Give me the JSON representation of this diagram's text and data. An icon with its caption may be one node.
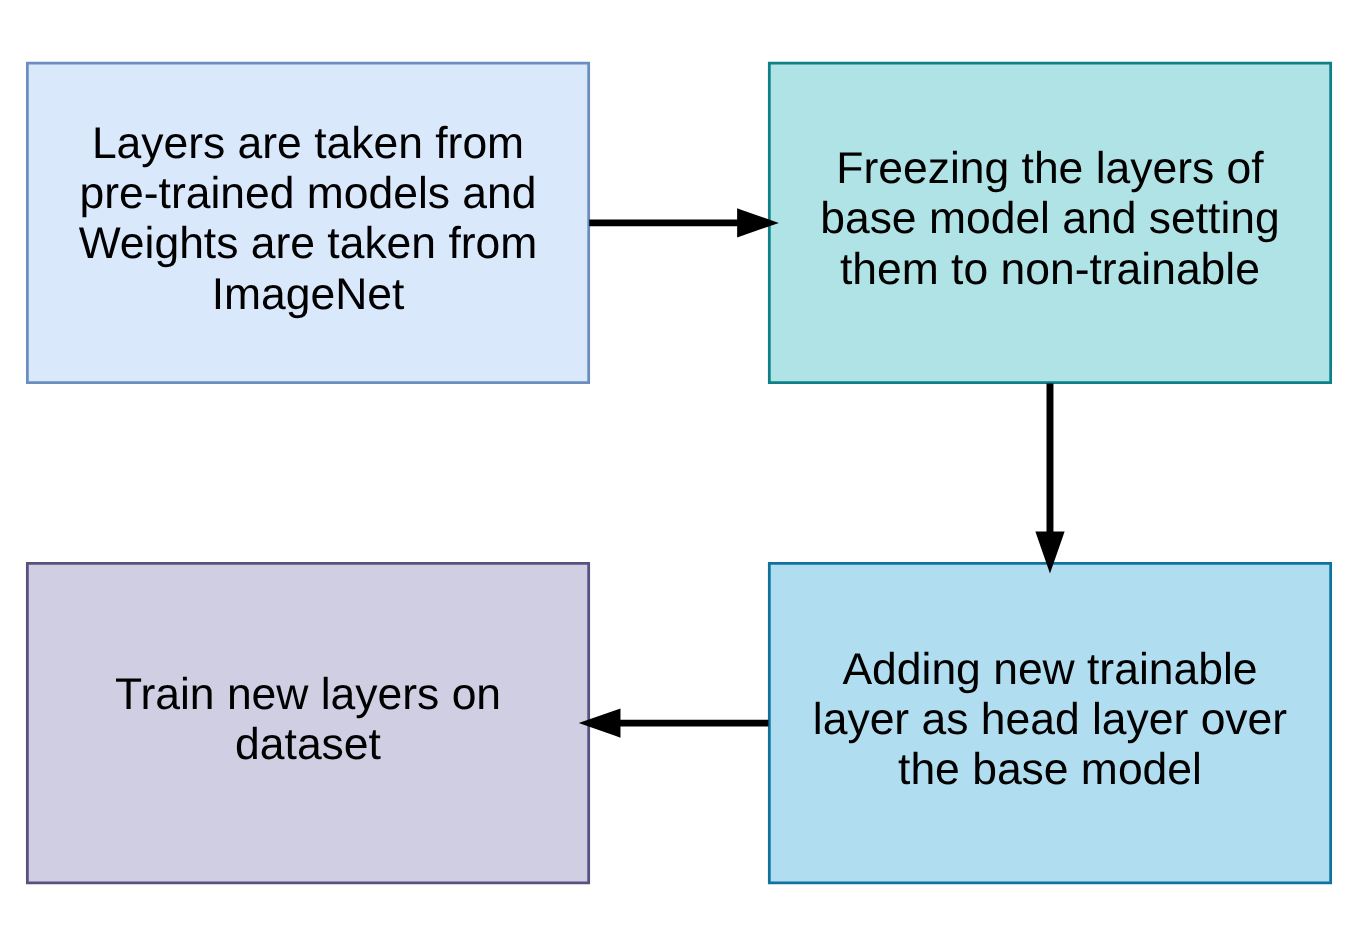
{
  "diagram": {
    "nodes": [
      {
        "text": [
          "Layers are taken from pre-trained models and Weights are taken from ImageNet"
        ]
      },
      {
        "text": [
          "Freezing the layers of base model and setting them to non-trainable"
        ]
      },
      {
        "text": [
          "Adding new trainable layer as head layer over the base model"
        ]
      },
      {
        "text": [
          "Train new layers on dataset"
        ]
      }
    ],
    "edges": [
      {
        "from": 0,
        "to": 1,
        "arrow": "to"
      },
      {
        "from": 1,
        "to": 2,
        "arrow": "to"
      },
      {
        "from": 2,
        "to": 3,
        "arrow": "to"
      }
    ]
  }
}
